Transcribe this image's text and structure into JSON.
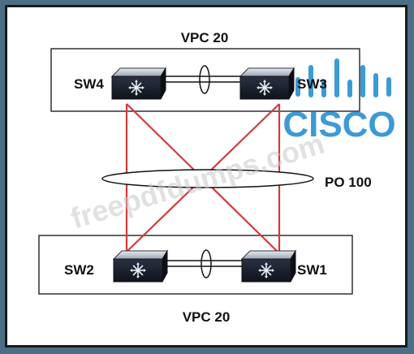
{
  "diagram": {
    "top_group_label": "VPC 20",
    "bottom_group_label": "VPC 20",
    "port_channel_label": "PO 100",
    "switches": {
      "sw4": "SW4",
      "sw3": "SW3",
      "sw2": "SW2",
      "sw1": "SW1"
    }
  },
  "watermark": {
    "text": "freepdfdumps.com"
  },
  "logo": {
    "text": "CISCO"
  },
  "colors": {
    "link": "#d23a3a",
    "logo": "#3c9ad6",
    "switch_body": "#1c2230",
    "switch_top": "#c9d1dc"
  }
}
